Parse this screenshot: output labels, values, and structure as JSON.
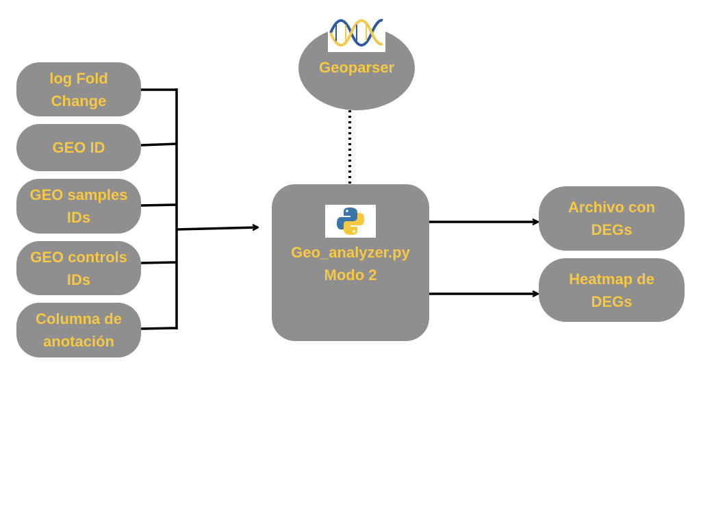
{
  "diagram": {
    "inputs": [
      {
        "label": "log Fold\nChange"
      },
      {
        "label": "GEO ID"
      },
      {
        "label": "GEO samples\nIDs"
      },
      {
        "label": "GEO controls\nIDs"
      },
      {
        "label": "Columna de\nanotación"
      }
    ],
    "main_process": {
      "label": "Geo_analyzer.py\nModo 2",
      "icon": "python-logo-icon"
    },
    "dependency": {
      "label": "Geoparser",
      "icon": "dna-helix-icon"
    },
    "outputs": [
      {
        "label": "Archivo con\nDEGs"
      },
      {
        "label": "Heatmap de\nDEGs"
      }
    ],
    "colors": {
      "node_fill": "#8f8f8f",
      "label_text": "#f7c843",
      "connector": "#000000",
      "python_blue": "#3a74a8",
      "python_yellow": "#f5c93d",
      "dna_blue": "#2f5aa0",
      "dna_yellow": "#f2c94c"
    }
  }
}
